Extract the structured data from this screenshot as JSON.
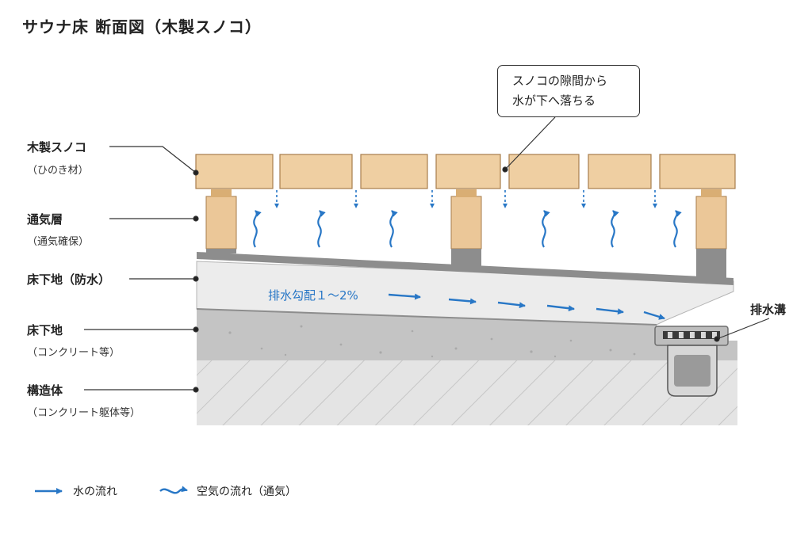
{
  "title": "サウナ床 断面図（木製スノコ）",
  "labels": {
    "sunoko": {
      "main": "木製スノコ",
      "sub": "（ひのき材）"
    },
    "air_layer": {
      "main": "通気層",
      "sub": "（通気確保）"
    },
    "waterproof": {
      "main": "床下地（防水）"
    },
    "subfloor": {
      "main": "床下地",
      "sub": "（コンクリート等）"
    },
    "structure": {
      "main": "構造体",
      "sub": "（コンクリート躯体等）"
    }
  },
  "callout": {
    "line1": "スノコの隙間から",
    "line2": "水が下へ落ちる"
  },
  "slope_text": "排水勾配１～2%",
  "drain_label": "排水溝",
  "legend": {
    "water": "水の流れ",
    "air": "空気の流れ（通気）"
  },
  "colors": {
    "water_arrow": "#2877c6",
    "wood": "#ecc99a",
    "concrete": "#c9c9c9",
    "waterproof": "#ededed"
  }
}
